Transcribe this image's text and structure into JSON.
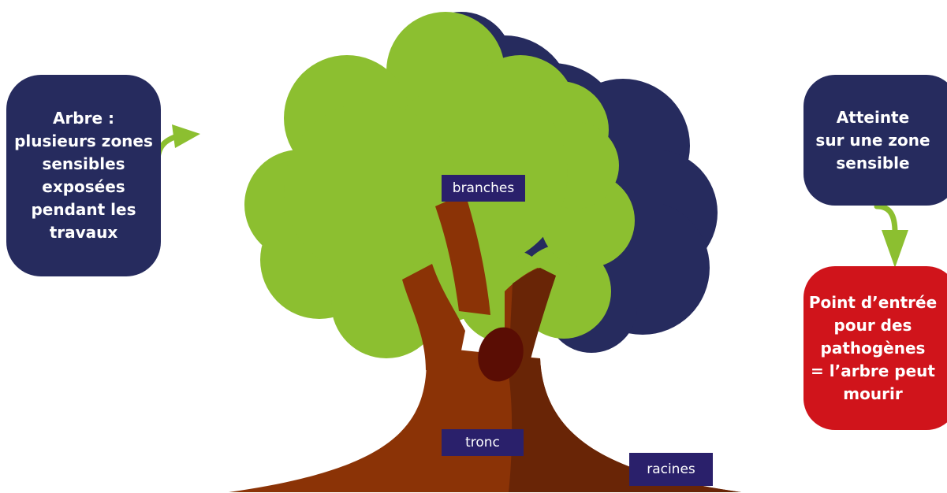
{
  "colors": {
    "navy": "#262b5e",
    "green": "#8cbf30",
    "brown": "#8b3306",
    "dark_brown": "#692506",
    "knot": "#5a0d04",
    "red": "#d0141b",
    "tag_bg": "#2a206b"
  },
  "callouts": {
    "left": "Arbre :\nplusieurs zones\nsensibles\nexposées\npendant les\ntravaux",
    "right_top": "Atteinte\nsur une zone\nsensible",
    "right_bottom": "Point d’entrée\npour des\npathogènes\n= l’arbre peut\nmourir"
  },
  "labels": {
    "branches": "branches",
    "tronc": "tronc",
    "racines": "racines"
  },
  "icons": [
    "curved-arrow-icon",
    "curved-arrow-down-icon",
    "tree-illustration"
  ]
}
